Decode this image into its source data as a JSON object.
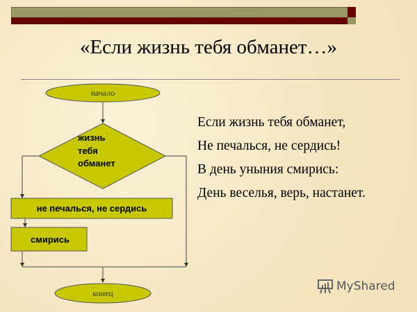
{
  "title": "«Если жизнь тебя обманет…»",
  "poem": [
    "Если жизнь тебя обманет,",
    "Не печалься, не сердись!",
    "В день уныния смирись:",
    "День веселья, верь,  настанет."
  ],
  "flowchart": {
    "start": "начало",
    "decision": [
      "жизнь",
      "тебя",
      "обманет"
    ],
    "step1": "не печалься, не сердись",
    "step2": "смирись",
    "end": "конец"
  },
  "watermark": "MyShared",
  "colors": {
    "shape_fill": "#c8c800",
    "bar_olive": "#999966",
    "bar_maroon": "#660000"
  }
}
